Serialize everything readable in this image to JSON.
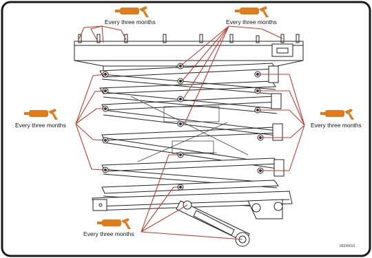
{
  "callouts": {
    "top_left": "Every three months",
    "top_right": "Every three months",
    "left": "Every three months",
    "right": "Every three months",
    "bottom": "Every three months"
  },
  "document_code": "09330016",
  "colors": {
    "grease_gun": "#e07b1c",
    "leader_line": "#c0392b",
    "line_art": "#222222",
    "frame": "#1a1a1a"
  },
  "icons": {
    "grease_gun": "grease-gun-icon"
  }
}
